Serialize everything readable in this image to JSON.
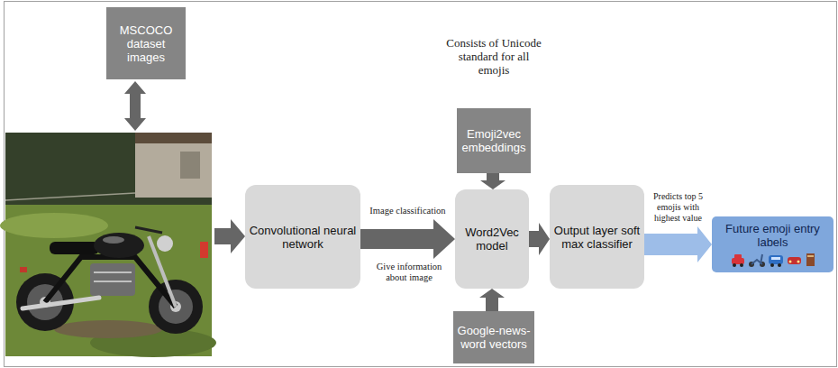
{
  "diagram": {
    "nodes": [
      {
        "text": [
          "MSCOCO dataset images"
        ]
      },
      {
        "text": [
          "Convolutional neural network"
        ]
      },
      {
        "text": [
          "Emoji2vec embeddings"
        ]
      },
      {
        "text": [
          "Word2Vec model"
        ]
      },
      {
        "text": [
          "Google-news-word vectors"
        ]
      },
      {
        "text": [
          "Output layer soft max classifier"
        ]
      },
      {
        "text": [
          "Future emoji entry labels"
        ]
      }
    ],
    "edges": [
      {
        "from": 1,
        "to": 3,
        "arrow": "to",
        "label": "Image classification"
      },
      {
        "from": 2,
        "to": 3,
        "arrow": "to"
      },
      {
        "from": 4,
        "to": 3,
        "arrow": "to"
      },
      {
        "from": 3,
        "to": 5,
        "arrow": "to"
      },
      {
        "from": 5,
        "to": 6,
        "arrow": "to",
        "label": "Predicts top 5 emojis with highest value"
      }
    ],
    "labels": [
      "Consists of Unicode standard for all emojis",
      "Give information about image"
    ]
  }
}
